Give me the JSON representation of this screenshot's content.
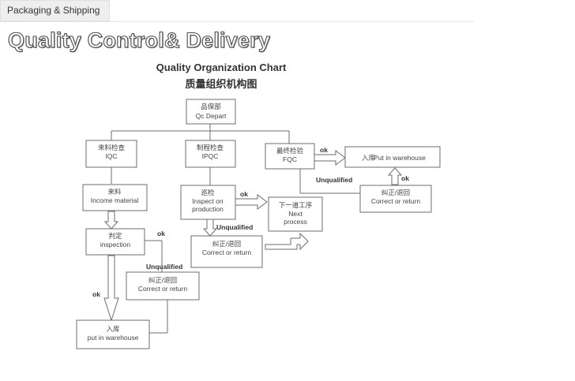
{
  "tab": {
    "label": "Packaging & Shipping"
  },
  "heading": "Quality Control& Delivery",
  "chart": {
    "title_en": "Quality Organization Chart",
    "title_cn": "质量组织机构图",
    "qc_cn": "品保部",
    "qc_en": "Qc Depart",
    "iqc_cn": "来料检查",
    "iqc_en": "IQC",
    "ipqc_cn": "制程检查",
    "ipqc_en": "IPQC",
    "fqc_cn": "最终检验",
    "fqc_en": "FQC",
    "income_cn": "来料",
    "income_en": "Income material",
    "judge_cn": "判定",
    "judge_en": "inspection",
    "correct_cn": "纠正/退回",
    "correct_en": "Correct or return",
    "warehouse_cn": "入库",
    "warehouse_en": "put in warehouse",
    "inspect_cn": "巡检",
    "inspect_en1": "Inspect on",
    "inspect_en2": "production",
    "next_cn": "下一道工序",
    "next_en1": "Next",
    "next_en2": "process",
    "correct2_cn": "纠正/退回",
    "correct2_en": "Correct or return",
    "fwh_cn": "入库",
    "fwh_en": "Put in warehouse",
    "correct3_cn": "纠正/退回",
    "correct3_en": "Correct or return",
    "ok": "ok",
    "unqualified": "Unqualified"
  }
}
